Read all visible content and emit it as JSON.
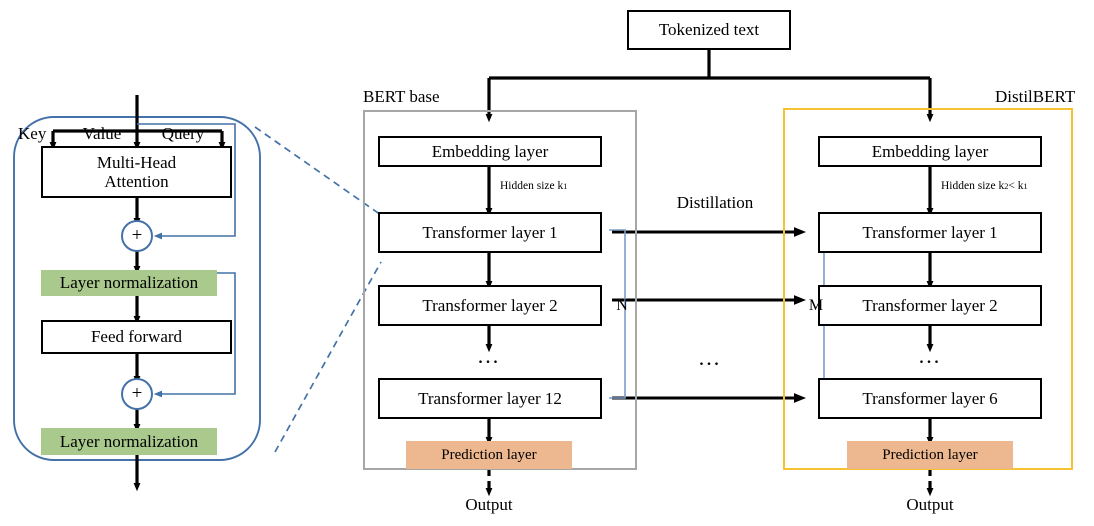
{
  "figure": {
    "title": "BERT base vs DistilBERT knowledge distillation architecture",
    "colors": {
      "layer_norm_fill": "#a9c98d",
      "prediction_fill": "#edb88f",
      "bert_panel_border": "#a6a6a6",
      "distilbert_panel_border": "#f5c231",
      "accent_blue": "#4472a8",
      "arrow_black": "#000000"
    }
  },
  "top": {
    "tokenized_text": "Tokenized text"
  },
  "detail_panel": {
    "name": "transformer-layer-detail",
    "inputs": [
      "Key",
      "Value",
      "Query"
    ],
    "blocks": [
      {
        "id": "multi-head-attention",
        "label": "Multi-Head\nAttention",
        "style": "outlined"
      },
      {
        "id": "add-1",
        "label": "+",
        "style": "circle"
      },
      {
        "id": "layer-norm-1",
        "label": "Layer normalization",
        "style": "green"
      },
      {
        "id": "feed-forward",
        "label": "Feed forward",
        "style": "outlined"
      },
      {
        "id": "add-2",
        "label": "+",
        "style": "circle"
      },
      {
        "id": "layer-norm-2",
        "label": "Layer normalization",
        "style": "green"
      }
    ]
  },
  "bert": {
    "panel_label": "BERT base",
    "embedding": "Embedding layer",
    "hidden_size_note": "Hidden size k",
    "hidden_size_sub": "1",
    "layers": [
      "Transformer layer 1",
      "Transformer layer  2",
      "Transformer layer  12"
    ],
    "ellipsis": "...",
    "prediction": "Prediction layer",
    "output": "Output",
    "bracket_label": "N"
  },
  "distilbert": {
    "panel_label": "DistilBERT",
    "embedding": "Embedding layer",
    "hidden_size_note": "Hidden size k",
    "hidden_size_sub2": "2",
    "hidden_size_lt": "< k",
    "hidden_size_sub1": "1",
    "layers": [
      "Transformer layer  1",
      "Transformer layer  2",
      "Transformer layer  6"
    ],
    "ellipsis": "...",
    "prediction": "Prediction layer",
    "output": "Output",
    "bracket_label": "M"
  },
  "middle": {
    "distillation_label": "Distillation",
    "ellipsis": "..."
  }
}
